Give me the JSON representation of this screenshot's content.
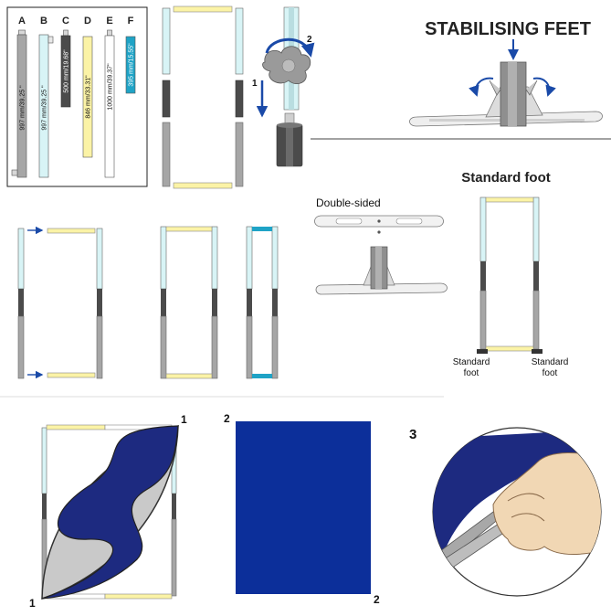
{
  "parts_legend": {
    "parts": [
      {
        "letter": "A",
        "spec": "997 mm/39.25 \""
      },
      {
        "letter": "B",
        "spec": "997 mm/39.25 \""
      },
      {
        "letter": "C",
        "spec": "500 mm/19.68\""
      },
      {
        "letter": "D",
        "spec": "846 mm/33.31\""
      },
      {
        "letter": "E",
        "spec": "1000 mm/39.37\""
      },
      {
        "letter": "F",
        "spec": "395 mm/15.55\""
      }
    ]
  },
  "connector": {
    "step1": "1",
    "step2": "2"
  },
  "stabilising_feet": {
    "title": "STABILISING FEET"
  },
  "standard_foot": {
    "title": "Standard foot",
    "label_left_line1": "Standard",
    "label_left_line2": "foot",
    "label_right_line1": "Standard",
    "label_right_line2": "foot"
  },
  "double_sided": {
    "title": "Double-sided"
  },
  "graphic_steps": {
    "corner_1_top": "1",
    "corner_1_bottom": "1",
    "corner_2_top": "2",
    "corner_2_bottom": "2",
    "step_3": "3"
  },
  "colors": {
    "grey_tube": "#a6a6a6",
    "dark_tube": "#4b4b4b",
    "aqua_tube": "#d8f4f6",
    "yellow_tube": "#fbf3a6",
    "cyan_tube": "#1fa3c6",
    "navy": "#1d2a80",
    "fabric_blue": "#0c2f9a",
    "arrow_blue": "#1a4aa8",
    "skin": "#f1d7b4"
  }
}
